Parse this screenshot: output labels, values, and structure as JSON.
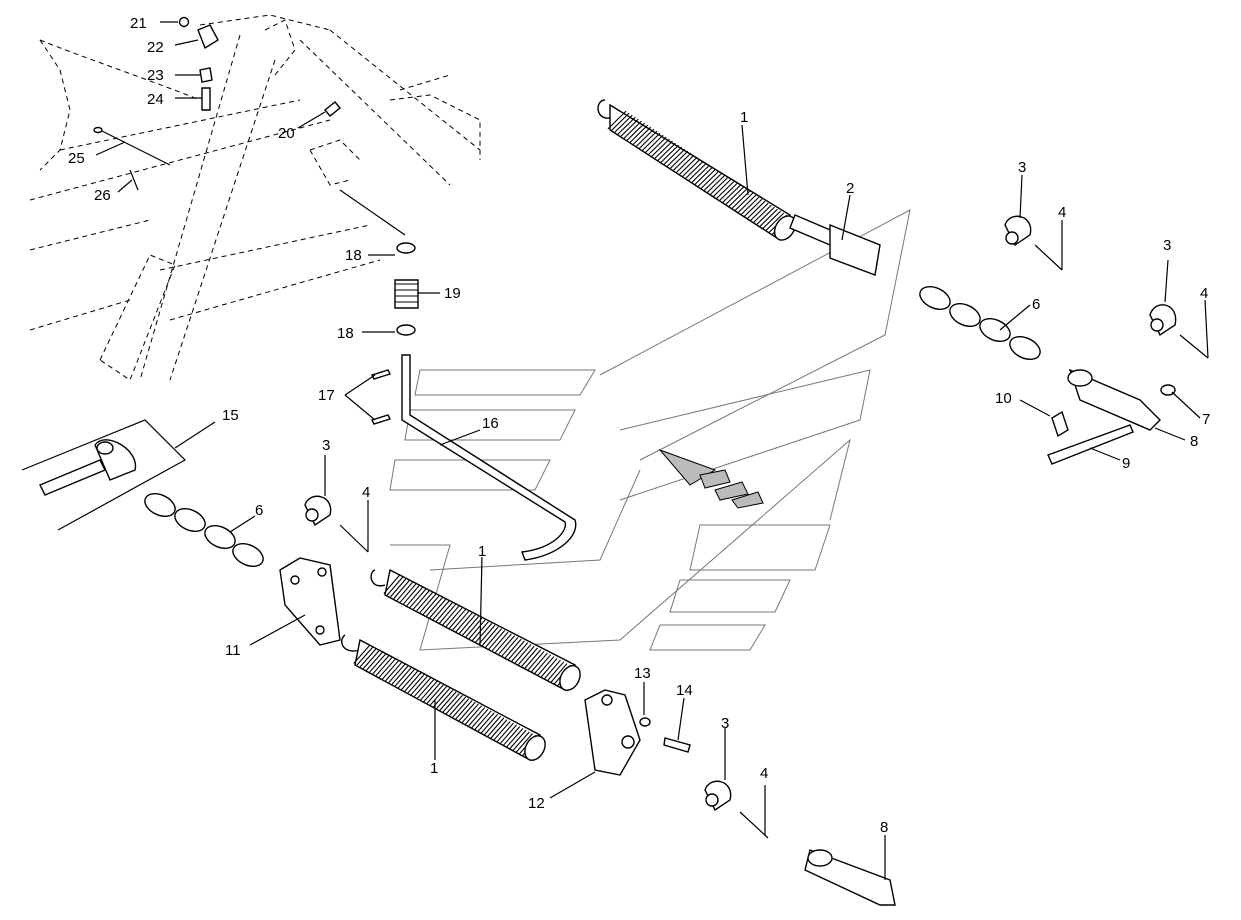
{
  "diagram": {
    "callouts": [
      {
        "id": "c1a",
        "label": "1"
      },
      {
        "id": "c1b",
        "label": "1"
      },
      {
        "id": "c1c",
        "label": "1"
      },
      {
        "id": "c2",
        "label": "2"
      },
      {
        "id": "c3a",
        "label": "3"
      },
      {
        "id": "c3b",
        "label": "3"
      },
      {
        "id": "c3c",
        "label": "3"
      },
      {
        "id": "c3d",
        "label": "3"
      },
      {
        "id": "c4a",
        "label": "4"
      },
      {
        "id": "c4b",
        "label": "4"
      },
      {
        "id": "c4c",
        "label": "4"
      },
      {
        "id": "c4d",
        "label": "4"
      },
      {
        "id": "c6a",
        "label": "6"
      },
      {
        "id": "c6b",
        "label": "6"
      },
      {
        "id": "c7",
        "label": "7"
      },
      {
        "id": "c8a",
        "label": "8"
      },
      {
        "id": "c8b",
        "label": "8"
      },
      {
        "id": "c9",
        "label": "9"
      },
      {
        "id": "c10",
        "label": "10"
      },
      {
        "id": "c11",
        "label": "11"
      },
      {
        "id": "c12",
        "label": "12"
      },
      {
        "id": "c13",
        "label": "13"
      },
      {
        "id": "c14",
        "label": "14"
      },
      {
        "id": "c15",
        "label": "15"
      },
      {
        "id": "c16",
        "label": "16"
      },
      {
        "id": "c17",
        "label": "17"
      },
      {
        "id": "c18a",
        "label": "18"
      },
      {
        "id": "c18b",
        "label": "18"
      },
      {
        "id": "c19",
        "label": "19"
      },
      {
        "id": "c20",
        "label": "20"
      },
      {
        "id": "c21",
        "label": "21"
      },
      {
        "id": "c22",
        "label": "22"
      },
      {
        "id": "c23",
        "label": "23"
      },
      {
        "id": "c24",
        "label": "24"
      },
      {
        "id": "c25",
        "label": "25"
      },
      {
        "id": "c26",
        "label": "26"
      }
    ]
  }
}
